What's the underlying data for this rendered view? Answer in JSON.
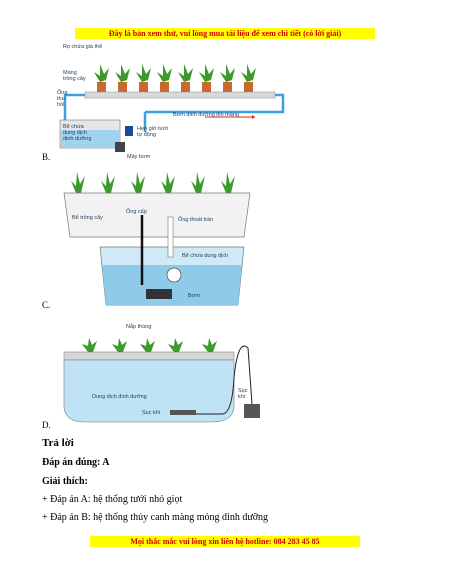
{
  "banner_top": "Đây là bản xem thử, vui lòng mua tài liệu để xem chi tiết (có lời giải)",
  "banner_bottom": "Mọi thắc mắc vui lòng xin liên hệ hotline: 084 283 45 85",
  "figure_a": {
    "labels": {
      "ro_chua": "Rọ chứa giá thể",
      "mang_trong": [
        "Máng",
        "trồng cây"
      ],
      "ong_thu_hoi": [
        "Ống",
        "thu",
        "hồi"
      ],
      "be_chua": [
        "Bể chứa",
        "dung dịch",
        "dinh dưỡng"
      ],
      "bom": "Bơm dinh dưỡng lên máng",
      "hen_gio": [
        "Hẹn giờ tưới",
        "tự động"
      ],
      "may_bom": "Máy bơm"
    }
  },
  "option_b": "B.",
  "figure_b": {
    "labels": {
      "be_trong": "Bể trồng cây",
      "ong_cap": "Ống cấp",
      "ong_thoat": "Ống thoát tràn",
      "be_chua": "Bể chứa dung dịch",
      "bom": "Bơm"
    }
  },
  "option_c": "C.",
  "figure_c": {
    "labels": {
      "nap_thung": "Nắp thùng",
      "dung_dich": "Dung dịch dinh dưỡng",
      "suc_khi": "Sục khí",
      "suc_khi_right": [
        "Sục",
        "khí"
      ]
    }
  },
  "option_d": "D.",
  "answer_heading": "Trả lời",
  "correct_answer": "Đáp án đúng: A",
  "explanation_heading": "Giải thích:",
  "explanation_lines": [
    "+ Đáp án A: hệ thống tưới nhỏ giọt",
    "+ Đáp án B: hệ thống thủy canh màng mỏng dinh dưỡng"
  ]
}
